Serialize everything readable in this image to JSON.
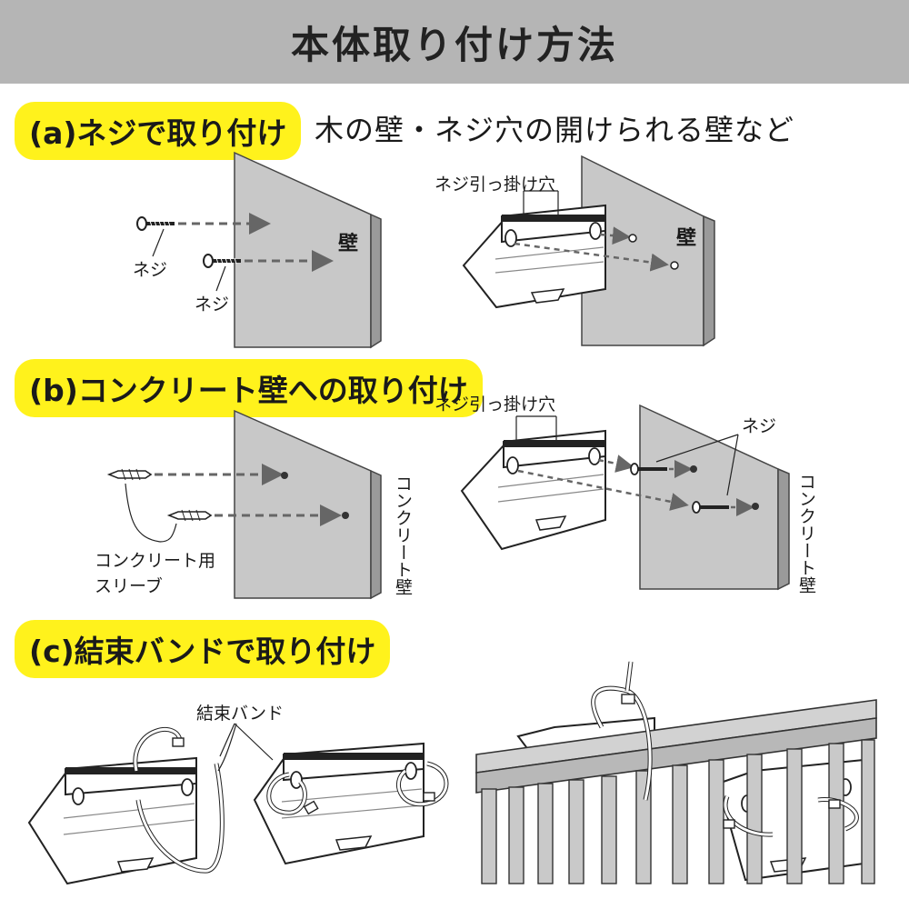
{
  "header": {
    "title": "本体取り付け方法"
  },
  "section_a": {
    "label": "(a)ネジで取り付け",
    "subtitle": "木の壁・ネジ穴の開けられる壁など",
    "screw_label_1": "ネジ",
    "screw_label_2": "ネジ",
    "wall_label_left": "壁",
    "hook_hole_label": "ネジ引っ掛け穴",
    "wall_label_right": "壁"
  },
  "section_b": {
    "label": "(b)コンクリート壁への取り付け",
    "sleeve_label_line1": "コンクリート用",
    "sleeve_label_line2": "スリーブ",
    "wall_label_left": "コンクリート壁",
    "hook_hole_label": "ネジ引っ掛け穴",
    "screw_label": "ネジ",
    "wall_label_right": "コンクリート壁"
  },
  "section_c": {
    "label": "(c)結束バンドで取り付け",
    "band_label": "結束バンド"
  },
  "colors": {
    "header_bg": "#b5b5b5",
    "pill": "#fff21c",
    "wall": "#c8c8c8",
    "arrow": "#666666"
  }
}
